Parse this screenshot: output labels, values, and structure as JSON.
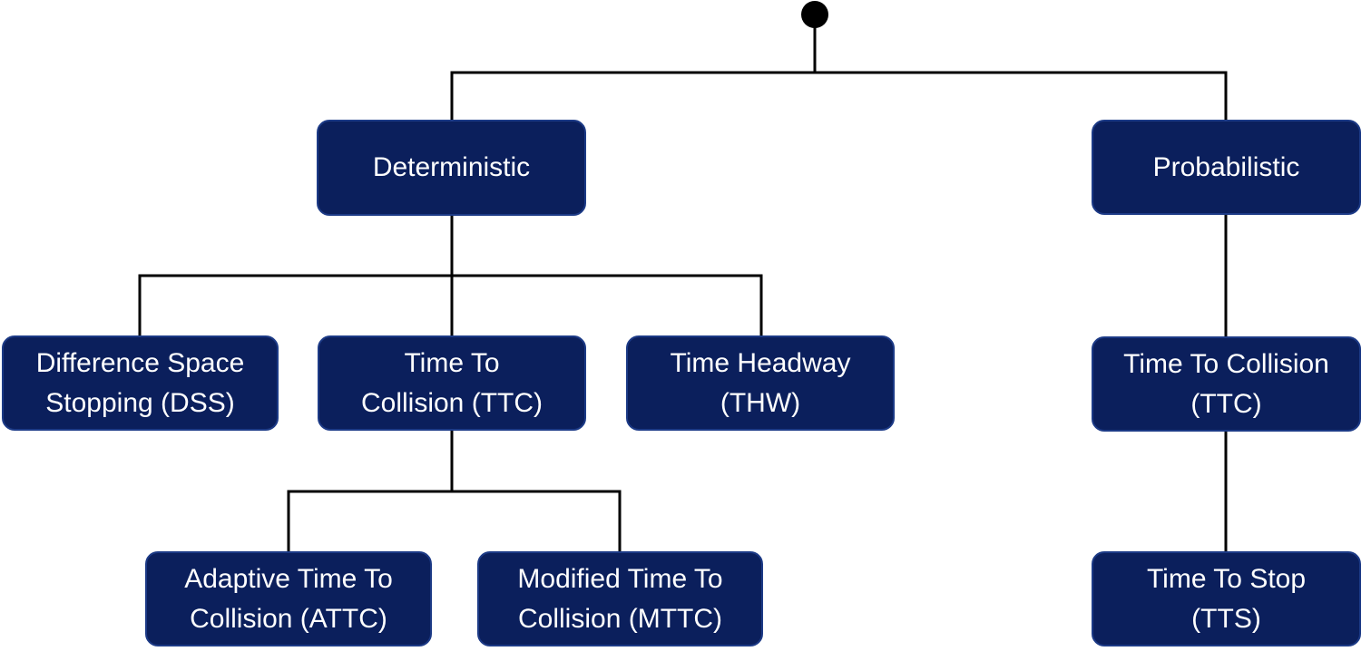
{
  "colors": {
    "node_fill": "#0b1f5c",
    "node_border": "#1c3a86",
    "node_text": "#ffffff",
    "connector": "#000000"
  },
  "nodes": {
    "deterministic": {
      "label": "Deterministic"
    },
    "probabilistic": {
      "label": "Probabilistic"
    },
    "dss": {
      "line1": "Difference Space",
      "line2": "Stopping (DSS)"
    },
    "ttc": {
      "line1": "Time To",
      "line2": "Collision (TTC)"
    },
    "thw": {
      "line1": "Time Headway",
      "line2": "(THW)"
    },
    "pttc": {
      "line1": "Time To Collision",
      "line2": "(TTC)"
    },
    "attc": {
      "line1": "Adaptive Time To",
      "line2": "Collision (ATTC)"
    },
    "mttc": {
      "line1": "Modified Time To",
      "line2": "Collision (MTTC)"
    },
    "tts": {
      "line1": "Time To Stop",
      "line2": "(TTS)"
    }
  }
}
